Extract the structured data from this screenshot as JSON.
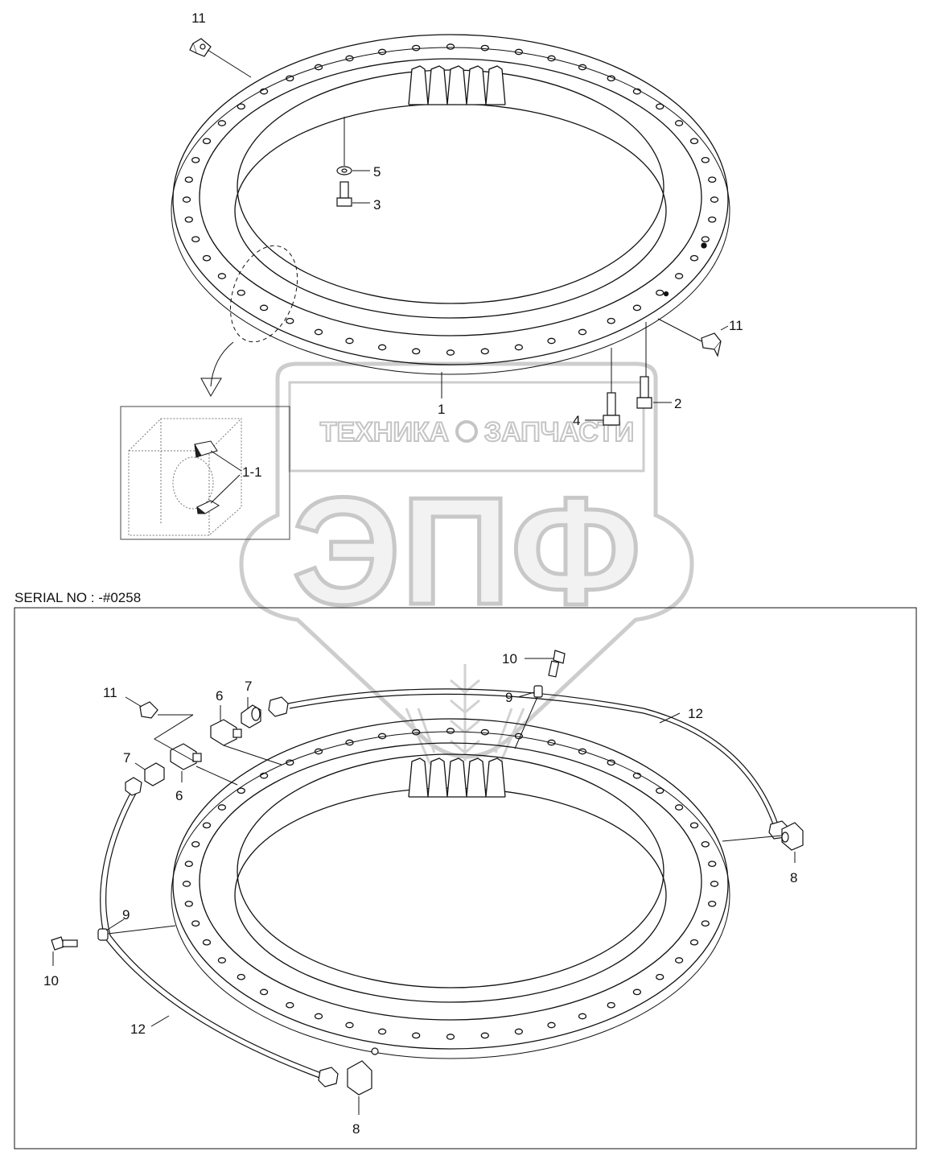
{
  "serial_label": "SERIAL NO : -#0258",
  "watermark": {
    "top_left": "ТЕХНИКА",
    "top_right": "ЗАПЧАСТИ",
    "big": "ЭПФ"
  },
  "upper": {
    "n11_top": "11",
    "n5": "5",
    "n3": "3",
    "n11_right": "11",
    "n1": "1",
    "n2": "2",
    "n4": "4",
    "n1_1": "1-1"
  },
  "lower": {
    "n10_top": "10",
    "n9_top": "9",
    "n11": "11",
    "n7_a": "7",
    "n6_a": "6",
    "n7_b": "7",
    "n6_b": "6",
    "n12_right": "12",
    "n8_right": "8",
    "n9_left": "9",
    "n10_left": "10",
    "n12_left": "12",
    "n8_bottom": "8"
  },
  "colors": {
    "line": "#111111",
    "watermark": "#cfcfcf"
  }
}
